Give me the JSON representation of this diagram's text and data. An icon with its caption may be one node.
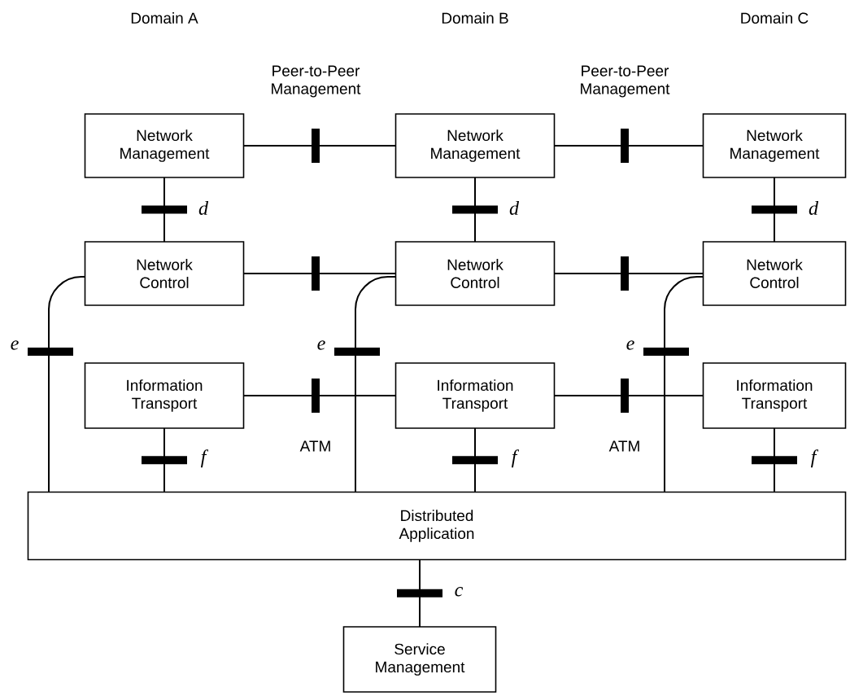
{
  "diagram": {
    "nodes": [
      {
        "text": [
          "Network Management"
        ]
      },
      {
        "text": [
          "Network Management"
        ]
      },
      {
        "text": [
          "Network Management"
        ]
      },
      {
        "text": [
          "Network Control"
        ]
      },
      {
        "text": [
          "Network Control"
        ]
      },
      {
        "text": [
          "Network Control"
        ]
      },
      {
        "text": [
          "Information Transport"
        ]
      },
      {
        "text": [
          "Information Transport"
        ]
      },
      {
        "text": [
          "Information Transport"
        ]
      },
      {
        "text": [
          "Distributed Application"
        ]
      },
      {
        "text": [
          "Service Management"
        ]
      }
    ],
    "edges": [
      {
        "from": 0,
        "to": 1,
        "arrow": "none",
        "label": "Peer-to-Peer Management"
      },
      {
        "from": 1,
        "to": 2,
        "arrow": "none",
        "label": "Peer-to-Peer Management"
      },
      {
        "from": 0,
        "to": 3,
        "arrow": "none",
        "label": "d"
      },
      {
        "from": 1,
        "to": 4,
        "arrow": "none",
        "label": "d"
      },
      {
        "from": 2,
        "to": 5,
        "arrow": "none",
        "label": "d"
      },
      {
        "from": 3,
        "to": 4,
        "arrow": "none"
      },
      {
        "from": 4,
        "to": 5,
        "arrow": "none"
      },
      {
        "from": 6,
        "to": 7,
        "arrow": "none",
        "label": "ATM"
      },
      {
        "from": 7,
        "to": 8,
        "arrow": "none",
        "label": "ATM"
      },
      {
        "from": 3,
        "to": 9,
        "arrow": "none",
        "label": "e"
      },
      {
        "from": 4,
        "to": 9,
        "arrow": "none",
        "label": "e"
      },
      {
        "from": 5,
        "to": 9,
        "arrow": "none",
        "label": "e"
      },
      {
        "from": 6,
        "to": 9,
        "arrow": "none",
        "label": "f"
      },
      {
        "from": 7,
        "to": 9,
        "arrow": "none",
        "label": "f"
      },
      {
        "from": 8,
        "to": 9,
        "arrow": "none",
        "label": "f"
      },
      {
        "from": 9,
        "to": 10,
        "arrow": "none",
        "label": "c"
      }
    ],
    "labels": [
      "Domain A",
      "Domain B",
      "Domain C"
    ]
  }
}
